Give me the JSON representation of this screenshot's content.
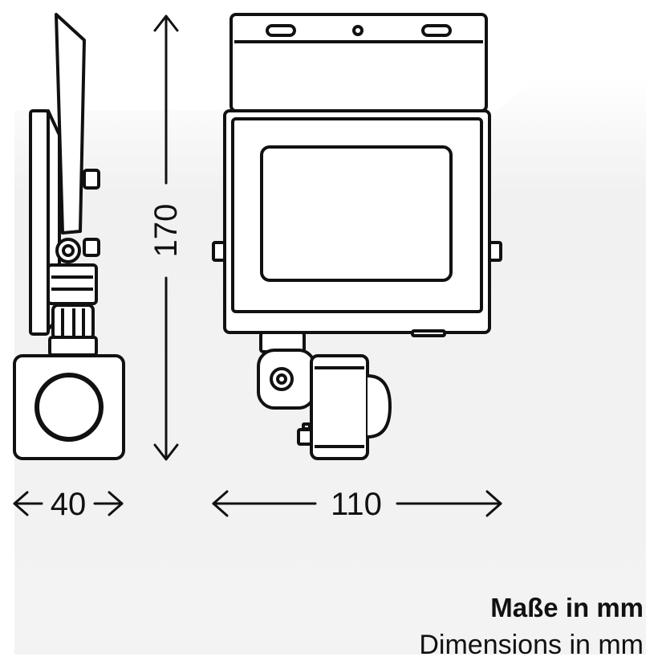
{
  "dimensions": {
    "height_label": "170",
    "depth_label": "40",
    "width_label": "110"
  },
  "caption": {
    "german": "Maße in mm",
    "english": "Dimensions in mm"
  }
}
